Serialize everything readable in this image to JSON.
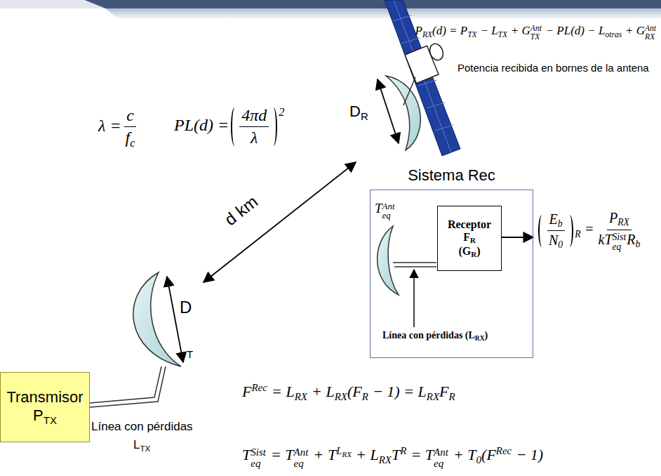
{
  "diagram": {
    "nodes": [
      {
        "text": [
          "Sistema Rec"
        ]
      },
      {
        "text": [
          "Receptor",
          "F",
          "R",
          "(G",
          "R",
          ")"
        ],
        "in": 0
      },
      {
        "text": [
          "Transmisor",
          "P",
          "TX"
        ]
      }
    ],
    "labels": [
      "P",
      "RX",
      "(d) = P",
      "TX",
      "− L",
      "TX",
      "+ G",
      "TX",
      "Ant",
      "− PL(d) − L",
      "otras",
      "+ G",
      "RX",
      "Ant",
      "Potencia recibida en bornes de la antena",
      "λ =",
      "c",
      "f",
      "c",
      "PL(d) =",
      "4πd",
      "λ",
      "2",
      "D",
      "R",
      "d km",
      "D",
      "T",
      "T",
      "eq",
      "Ant",
      "Línea con pérdidas (L",
      "RX",
      ")",
      "E",
      "b",
      "N",
      "0",
      "R",
      "=",
      "P",
      "RX",
      "kT",
      "eq",
      "Sist",
      "R",
      "b",
      "Línea con pérdidas",
      "L",
      "TX",
      "F",
      "Rec",
      "= L",
      "RX",
      "+ L",
      "RX",
      "(F",
      "R",
      "− 1) = L",
      "RX",
      "F",
      "R",
      "T",
      "eq",
      "Sist",
      "= T",
      "eq",
      "Ant",
      "+ T",
      "L",
      "RX",
      "+ L",
      "RX",
      "T",
      "R",
      "= T",
      "eq",
      "Ant",
      "+ T",
      "0",
      "(F",
      "Rec",
      "− 1)"
    ]
  }
}
